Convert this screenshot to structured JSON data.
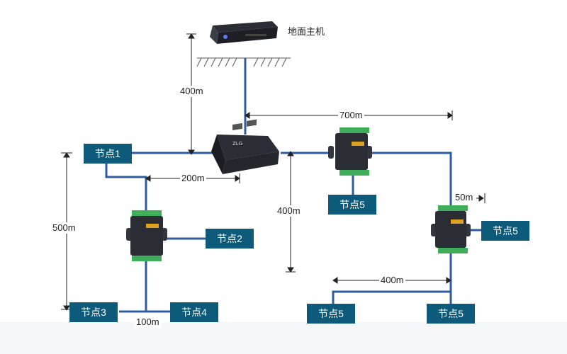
{
  "host": {
    "label": "地面主机"
  },
  "nodes": {
    "n1": "节点1",
    "n2": "节点2",
    "n3": "节点3",
    "n4": "节点4",
    "n5_top": "节点5",
    "n5_right": "节点5",
    "n5_bottom_left": "节点5",
    "n5_bottom_right": "节点5"
  },
  "dimensions": {
    "d_400_vertical_host": "400m",
    "d_700": "700m",
    "d_200": "200m",
    "d_500": "500m",
    "d_400_vertical_right": "400m",
    "d_50": "50m",
    "d_400_horizontal": "400m",
    "d_100": "100m"
  },
  "colors": {
    "line": "#2f5c9c",
    "label_bg": "#0d5a7a",
    "label_text": "#ffffff",
    "device_body": "#2a2d33",
    "terminal_green": "#3fae5a"
  }
}
